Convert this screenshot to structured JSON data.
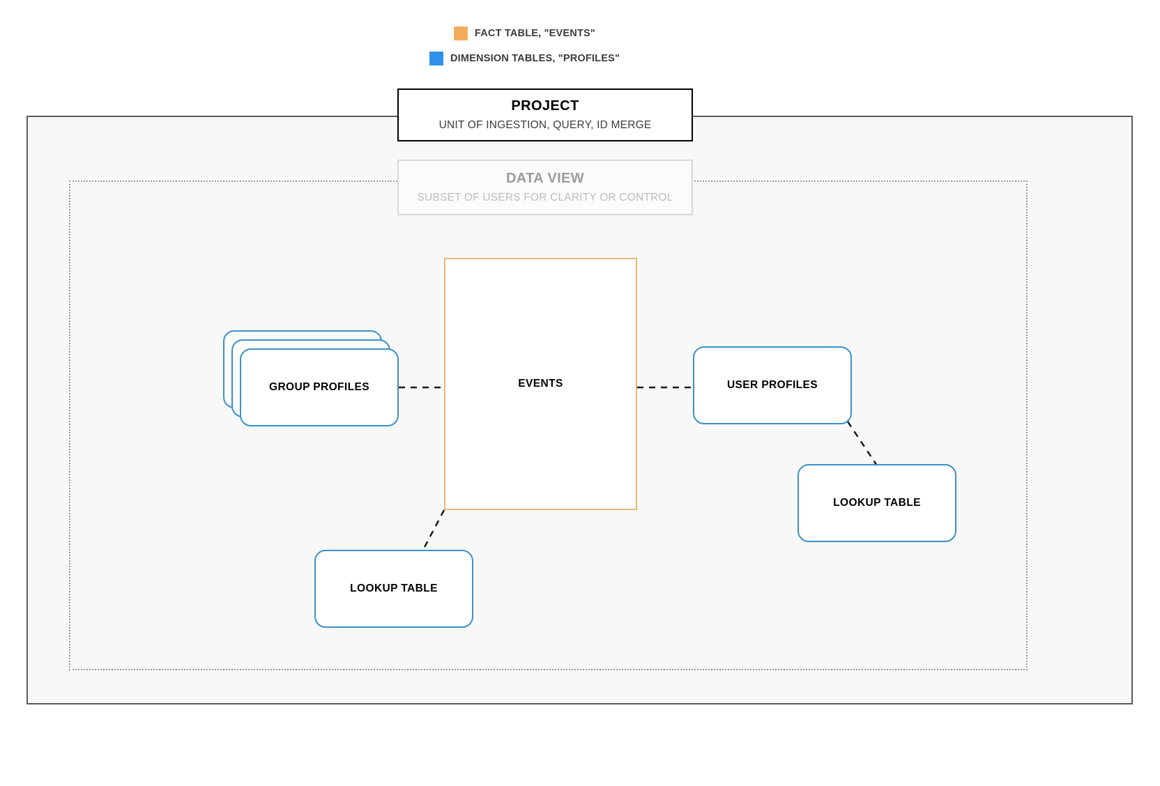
{
  "legend": {
    "items": [
      {
        "label": "FACT TABLE, \"EVENTS\"",
        "color": "#f2ad5c",
        "icon": "orange-square-swatch"
      },
      {
        "label": "DIMENSION TABLES, \"PROFILES\"",
        "color": "#2e90e8",
        "icon": "blue-square-swatch"
      }
    ]
  },
  "project": {
    "title": "PROJECT",
    "subtitle": "UNIT OF INGESTION, QUERY, ID MERGE",
    "border_color": "#000000",
    "fill_color": "#f8f8f8"
  },
  "data_view": {
    "title": "DATA VIEW",
    "subtitle": "SUBSET OF USERS FOR CLARITY OR CONTROL",
    "border_color": "#d8d8d8",
    "title_color": "#9b9b9b",
    "subtitle_color": "#bdbdbd"
  },
  "nodes": {
    "fact_table": {
      "label": "EVENTS",
      "border_color": "#e8b878",
      "shape": "rectangle"
    },
    "group_profiles": {
      "label": "GROUP PROFILES",
      "border_color": "#3d8fc9",
      "shape": "stacked-rounded-rectangle",
      "stack_count": 3
    },
    "user_profiles": {
      "label": "USER PROFILES",
      "border_color": "#3d8fc9",
      "shape": "rounded-rectangle"
    },
    "lookup_table_left": {
      "label": "LOOKUP TABLE",
      "border_color": "#3d8fc9",
      "shape": "rounded-rectangle"
    },
    "lookup_table_right": {
      "label": "LOOKUP TABLE",
      "border_color": "#3d8fc9",
      "shape": "rounded-rectangle"
    }
  },
  "connectors": {
    "style": "dashed",
    "color": "#1a1a1a",
    "edges": [
      {
        "from": "group_profiles",
        "to": "fact_table",
        "orientation": "horizontal"
      },
      {
        "from": "fact_table",
        "to": "user_profiles",
        "orientation": "horizontal"
      },
      {
        "from": "fact_table",
        "to": "lookup_table_left",
        "orientation": "diagonal"
      },
      {
        "from": "user_profiles",
        "to": "lookup_table_right",
        "orientation": "diagonal"
      }
    ]
  }
}
